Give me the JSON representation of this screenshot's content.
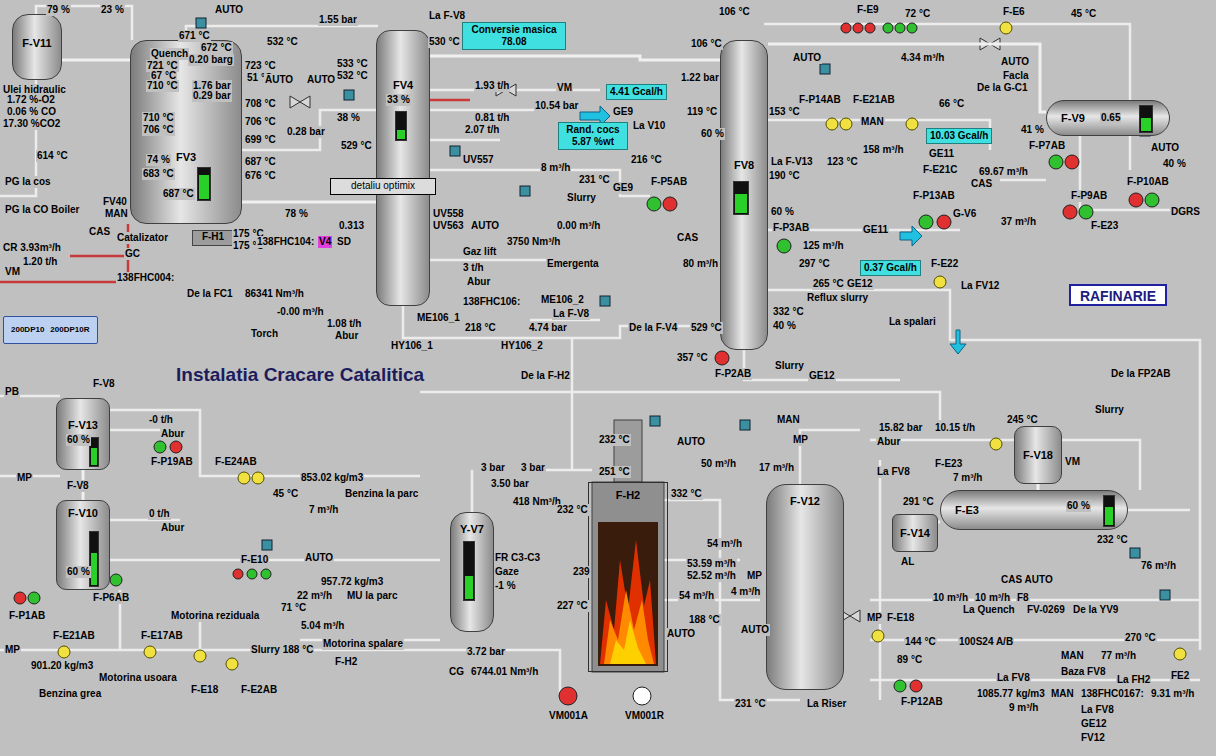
{
  "diagram": {
    "title": "Instalatia Cracare Catalitica",
    "nodes": [
      {
        "text": [
          "F-V11"
        ]
      },
      {
        "text": [
          "FV3"
        ]
      },
      {
        "text": [
          "FV4"
        ]
      },
      {
        "text": [
          "detaliu optimix"
        ]
      },
      {
        "text": [
          "FV8"
        ]
      },
      {
        "text": [
          "F-V9"
        ]
      },
      {
        "text": [
          "RAFINARIE"
        ]
      },
      {
        "text": [
          "F-V13"
        ]
      },
      {
        "text": [
          "F-V10"
        ]
      },
      {
        "text": [
          "Y-V7"
        ]
      },
      {
        "text": [
          "F-H2"
        ]
      },
      {
        "text": [
          "F-V12"
        ]
      },
      {
        "text": [
          "F-V18"
        ]
      },
      {
        "text": [
          "F-E3"
        ]
      },
      {
        "text": [
          "F-V14"
        ]
      },
      {
        "text": [
          "200DP10",
          "200DP10R"
        ]
      },
      {
        "text": [
          "F-H1"
        ]
      }
    ],
    "edges": [
      {
        "from": 1,
        "to": 0,
        "arrow": "none"
      },
      {
        "from": 1,
        "to": 2,
        "arrow": "none"
      },
      {
        "from": 2,
        "to": 4,
        "arrow": "none"
      },
      {
        "from": 4,
        "to": 5,
        "arrow": "none"
      },
      {
        "from": 7,
        "to": 8,
        "arrow": "none"
      },
      {
        "from": 12,
        "to": 13,
        "arrow": "none"
      },
      {
        "from": 14,
        "to": 13,
        "arrow": "none"
      }
    ],
    "labels": [
      "79 %",
      "23 %",
      "AUTO",
      "671 °C",
      "532 °C",
      "1.55 bar",
      "La F-V8",
      "Conversie masica 78.08",
      "530 °C",
      "Ulei hidraulic",
      "672 °C",
      "0.20 barg",
      "Quench",
      "721 °C",
      "723 °C",
      "67 °C",
      "51 °C",
      "710 °C",
      "1.76 bar",
      "0.29 bar",
      "1.72 %-O2",
      "0.06 % CO",
      "17.30 %CO2",
      "708 °C",
      "710 °C",
      "706 °C",
      "706 °C",
      "699 °C",
      "0.28 bar",
      "38 %",
      "AUTO",
      "AUTO",
      "533 °C",
      "532 °C",
      "33 %",
      "1.93 t/h",
      "VM",
      "10.54 bar",
      "0.81 t/h",
      "2.07 t/h",
      "529 °C",
      "Rand. cocs 5.87 %wt",
      "614 °C",
      "74 %",
      "683 °C",
      "687 °C",
      "676 °C",
      "687 °C",
      "UV557",
      "8 m³/h",
      "231 °C",
      "Slurry",
      "PG la cos",
      "FV40",
      "MAN",
      "PG la CO Boiler",
      "78 %",
      "0.313",
      "UV558",
      "UV563",
      "AUTO",
      "CAS",
      "Catalizator",
      "175 °C",
      "175 °C",
      "CR 3.93m³/h",
      "138FHC104:",
      "V4",
      "SD",
      "3750 Nm³/h",
      "0.00 m³/h",
      "Gaz lift",
      "GC",
      "VM",
      "1.20 t/h",
      "138FHC004:",
      "3 t/h",
      "Emergenta",
      "Abur",
      "De la FC1",
      "86341 Nm³/h",
      "138FHC106:",
      "ME106_2",
      "-0.00 m³/h",
      "La F-V8",
      "ME106_1",
      "1.08 t/h",
      "218 °C",
      "4.74 bar",
      "Torch",
      "Abur",
      "HY106_1",
      "HY106_2",
      "106 °C",
      "F-E9",
      "72 °C",
      "F-E6",
      "45 °C",
      "106 °C",
      "AUTO",
      "4.34 m³/h",
      "AUTO",
      "Facla",
      "De la G-C1",
      "1.22 bar",
      "4.41 Gcal/h",
      "GE9",
      "119 °C",
      "153 °C",
      "F-P14AB",
      "F-E21AB",
      "MAN",
      "66 °C",
      "0.65",
      "La V10",
      "60 %",
      "10.03 Gcal/h",
      "41 %",
      "F-P7AB",
      "AUTO",
      "GE11",
      "158 m³/h",
      "216 °C",
      "La F-V13",
      "123 °C",
      "F-E21C",
      "69.67 m³/h",
      "40 %",
      "F-P10AB",
      "CAS",
      "F-P5AB",
      "GE9",
      "190 °C",
      "F-P13AB",
      "F-P9AB",
      "G-V6",
      "DGRS",
      "60 %",
      "37 m³/h",
      "F-E23",
      "F-P3AB",
      "GE11",
      "CAS",
      "125 m³/h",
      "80 m³/h",
      "297 °C",
      "0.37 Gcal/h",
      "F-E22",
      "265 °C",
      "GE12",
      "La FV12",
      "Reflux slurry",
      "332 °C",
      "La spalari",
      "De la F-V4",
      "529 °C",
      "40 %",
      "357 °C",
      "F-P2AB",
      "Slurry",
      "GE12",
      "De la FP2AB",
      "De la F-H2",
      "PB",
      "F-V8",
      "60 %",
      "-0 t/h",
      "Abur",
      "F-P19AB",
      "F-E24AB",
      "853.02 kg/m3",
      "45 °C",
      "Benzina la parc",
      "7 m³/h",
      "MP",
      "F-V8",
      "0 t/h",
      "Abur",
      "60 %",
      "F-P6AB",
      "F-E10",
      "AUTO",
      "957.72 kg/m3",
      "22 m³/h",
      "MU la parc",
      "71 °C",
      "5.04 m³/h",
      "Motorina spalare",
      "F-P1AB",
      "Motorina reziduala",
      "F-E21AB",
      "F-E17AB",
      "MP",
      "Slurry 188 °C",
      "F-H2",
      "901.20 kg/m3",
      "Motorina usoara",
      "F-E18",
      "F-E2AB",
      "Benzina grea",
      "3 bar",
      "3 bar",
      "3.50 bar",
      "418 Nm³/h",
      "FR C3-C3",
      "Gaze",
      "-1 %",
      "3.72 bar",
      "CG",
      "6744.01 Nm³/h",
      "232 °C",
      "AUTO",
      "50 m³/h",
      "251 °C",
      "332 °C",
      "232 °C",
      "54 m³/h",
      "53.59 m³/h",
      "52.52 m³/h",
      "MP",
      "239",
      "4 m³/h",
      "54 m³/h",
      "227 °C",
      "188 °C",
      "AUTO",
      "VM001A",
      "VM001R",
      "MAN",
      "MP",
      "17 m³/h",
      "AUTO",
      "231 °C",
      "La Riser",
      "Slurry",
      "15.82 bar",
      "10.15 t/h",
      "245 °C",
      "Abur",
      "F-E23",
      "VM",
      "La FV8",
      "7 m³/h",
      "291 °C",
      "60 %",
      "AL",
      "232 °C",
      "76 m³/h",
      "CAS AUTO",
      "10 m³/h",
      "10 m³/h",
      "F8",
      "La Quench",
      "FV-0269",
      "De la YV9",
      "MP",
      "F-E18",
      "144 °C",
      "100S24 A/B",
      "270 °C",
      "89 °C",
      "MAN",
      "77 m³/h",
      "Baza FV8",
      "La FV8",
      "La FH2",
      "FE2",
      "1085.77 kg/m3",
      "MAN",
      "138FHC0167:",
      "9.31 m³/h",
      "F-P12AB",
      "9 m³/h",
      "La FV8",
      "GE12",
      "FV12"
    ]
  }
}
